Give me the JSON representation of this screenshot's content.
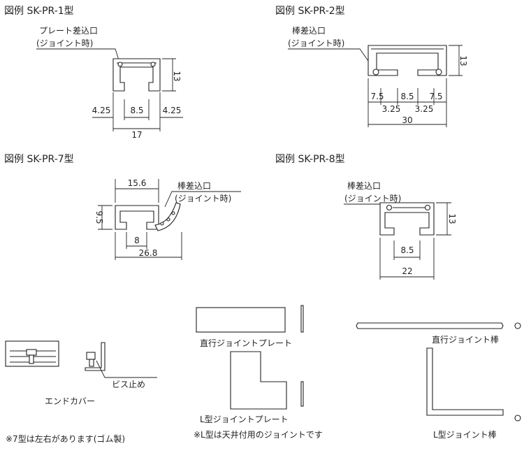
{
  "figures": {
    "pr1": {
      "title": "図例 SK-PR-1型",
      "callout_1": "プレート差込口",
      "callout_2": "(ジョイント時)",
      "dims": {
        "height": "13",
        "left": "4.25",
        "middle": "8.5",
        "right": "4.25",
        "total": "17"
      }
    },
    "pr2": {
      "title": "図例 SK-PR-2型",
      "callout_1": "棒差込口",
      "callout_2": "(ジョイント時)",
      "dims": {
        "height": "13",
        "a": "7.5",
        "b": "8.5",
        "c": "7.5",
        "d": "3.25",
        "e": "3.25",
        "total": "30"
      }
    },
    "pr7": {
      "title": "図例 SK-PR-7型",
      "callout_1": "棒差込口",
      "callout_2": "(ジョイント時)",
      "dims": {
        "top": "15.6",
        "height": "9.5",
        "middle": "8",
        "total": "26.8"
      }
    },
    "pr8": {
      "title": "図例 SK-PR-8型",
      "callout_1": "棒差込口",
      "callout_2": "(ジョイント時)",
      "dims": {
        "height": "13",
        "middle": "8.5",
        "total": "22"
      }
    }
  },
  "parts": {
    "end_cap": "エンドカバー",
    "screw": "ビス止め",
    "straight_plate": "直行ジョイントプレート",
    "l_plate": "L型ジョイントプレート",
    "straight_rod": "直行ジョイント棒",
    "l_rod": "L型ジョイント棒"
  },
  "notes": {
    "note_1": "※7型は左右があります(ゴム製)",
    "note_2": "※L型は天井付用のジョイントです"
  }
}
